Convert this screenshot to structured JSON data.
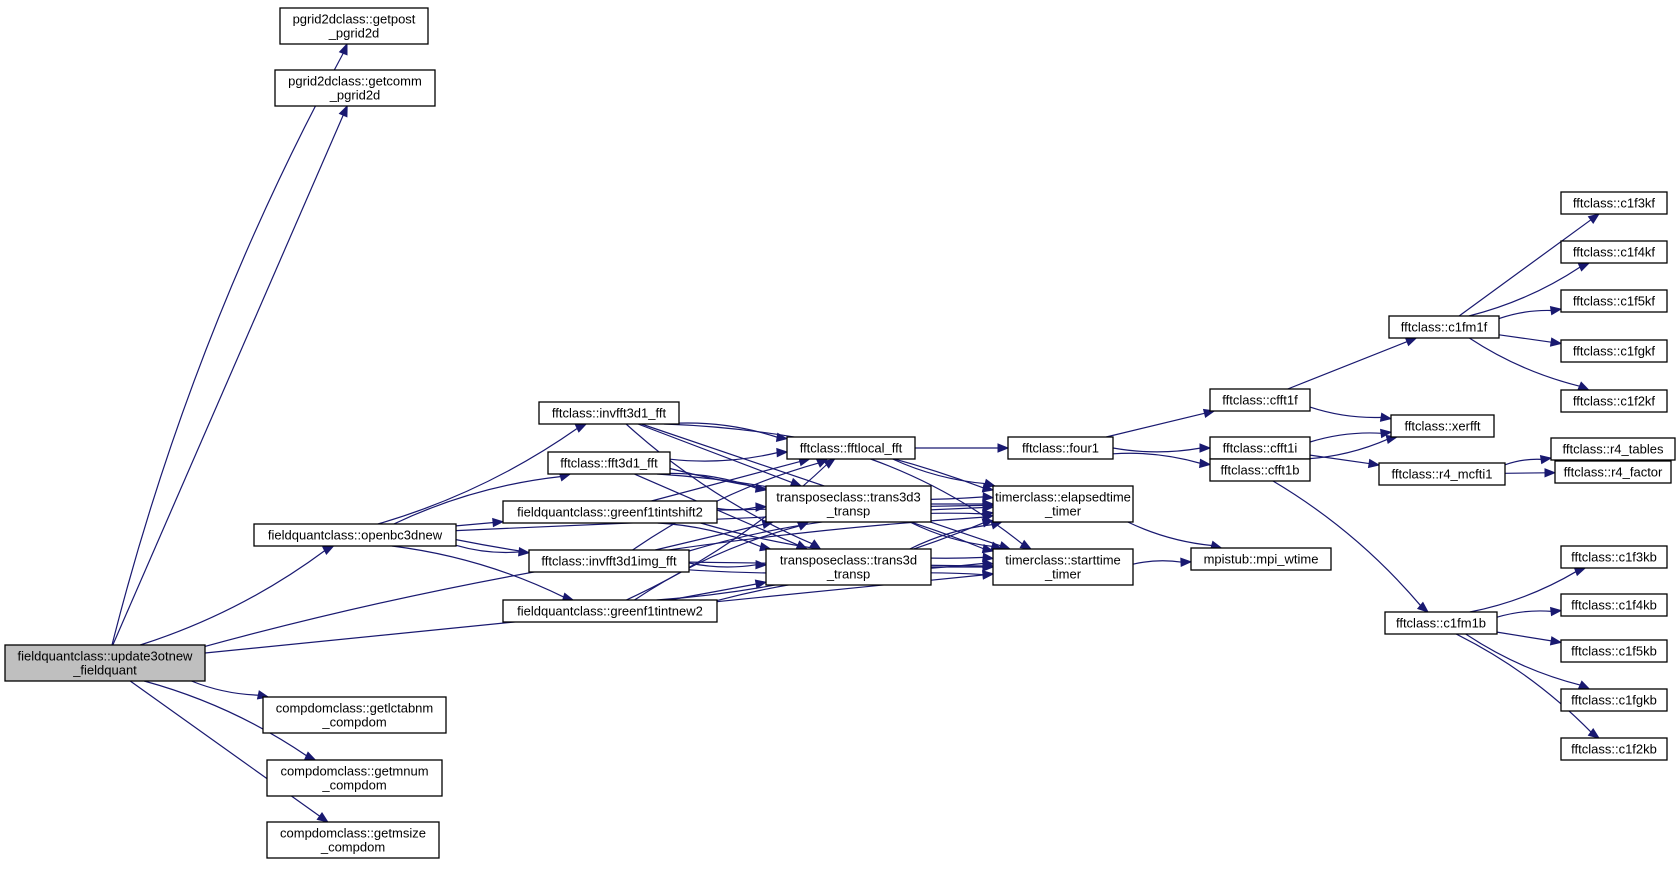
{
  "colors": {
    "edge": "#191970",
    "root_fill": "#bfbfbf",
    "node_fill": "#ffffff",
    "node_stroke": "#000000"
  },
  "nodes": [
    {
      "id": "root",
      "lines": [
        "fieldquantclass::update3otnew",
        "_fieldquant"
      ],
      "root": true
    },
    {
      "id": "getpost",
      "lines": [
        "pgrid2dclass::getpost",
        "_pgrid2d"
      ]
    },
    {
      "id": "getcomm",
      "lines": [
        "pgrid2dclass::getcomm",
        "_pgrid2d"
      ]
    },
    {
      "id": "openbc3dnew",
      "lines": [
        "fieldquantclass::openbc3dnew"
      ]
    },
    {
      "id": "getlctabnm",
      "lines": [
        "compdomclass::getlctabnm",
        "_compdom"
      ]
    },
    {
      "id": "getmnum",
      "lines": [
        "compdomclass::getmnum",
        "_compdom"
      ]
    },
    {
      "id": "getmsize",
      "lines": [
        "compdomclass::getmsize",
        "_compdom"
      ]
    },
    {
      "id": "invfft3d1_fft",
      "lines": [
        "fftclass::invfft3d1_fft"
      ]
    },
    {
      "id": "fft3d1_fft",
      "lines": [
        "fftclass::fft3d1_fft"
      ]
    },
    {
      "id": "greenf1tintshift2",
      "lines": [
        "fieldquantclass::greenf1tintshift2"
      ]
    },
    {
      "id": "invfft3d1img_fft",
      "lines": [
        "fftclass::invfft3d1img_fft"
      ]
    },
    {
      "id": "greenf1tintnew2",
      "lines": [
        "fieldquantclass::greenf1tintnew2"
      ]
    },
    {
      "id": "fftlocal_fft",
      "lines": [
        "fftclass::fftlocal_fft"
      ]
    },
    {
      "id": "trans3d3",
      "lines": [
        "transposeclass::trans3d3",
        "_transp"
      ]
    },
    {
      "id": "trans3d",
      "lines": [
        "transposeclass::trans3d",
        "_transp"
      ]
    },
    {
      "id": "four1",
      "lines": [
        "fftclass::four1"
      ]
    },
    {
      "id": "elapsedtime",
      "lines": [
        "timerclass::elapsedtime",
        "_timer"
      ]
    },
    {
      "id": "starttime",
      "lines": [
        "timerclass::starttime",
        "_timer"
      ]
    },
    {
      "id": "mpi_wtime",
      "lines": [
        "mpistub::mpi_wtime"
      ]
    },
    {
      "id": "cfft1f",
      "lines": [
        "fftclass::cfft1f"
      ]
    },
    {
      "id": "cfft1i",
      "lines": [
        "fftclass::cfft1i"
      ]
    },
    {
      "id": "cfft1b",
      "lines": [
        "fftclass::cfft1b"
      ]
    },
    {
      "id": "c1fm1f",
      "lines": [
        "fftclass::c1fm1f"
      ]
    },
    {
      "id": "xerfft",
      "lines": [
        "fftclass::xerfft"
      ]
    },
    {
      "id": "r4_mcfti1",
      "lines": [
        "fftclass::r4_mcfti1"
      ]
    },
    {
      "id": "c1fm1b",
      "lines": [
        "fftclass::c1fm1b"
      ]
    },
    {
      "id": "c1f3kf",
      "lines": [
        "fftclass::c1f3kf"
      ]
    },
    {
      "id": "c1f4kf",
      "lines": [
        "fftclass::c1f4kf"
      ]
    },
    {
      "id": "c1f5kf",
      "lines": [
        "fftclass::c1f5kf"
      ]
    },
    {
      "id": "c1fgkf",
      "lines": [
        "fftclass::c1fgkf"
      ]
    },
    {
      "id": "c1f2kf",
      "lines": [
        "fftclass::c1f2kf"
      ]
    },
    {
      "id": "r4_tables",
      "lines": [
        "fftclass::r4_tables"
      ]
    },
    {
      "id": "r4_factor",
      "lines": [
        "fftclass::r4_factor"
      ]
    },
    {
      "id": "c1f3kb",
      "lines": [
        "fftclass::c1f3kb"
      ]
    },
    {
      "id": "c1f4kb",
      "lines": [
        "fftclass::c1f4kb"
      ]
    },
    {
      "id": "c1f5kb",
      "lines": [
        "fftclass::c1f5kb"
      ]
    },
    {
      "id": "c1fgkb",
      "lines": [
        "fftclass::c1fgkb"
      ]
    },
    {
      "id": "c1f2kb",
      "lines": [
        "fftclass::c1f2kb"
      ]
    }
  ],
  "edges": [
    [
      "root",
      "getpost"
    ],
    [
      "root",
      "getcomm"
    ],
    [
      "root",
      "openbc3dnew"
    ],
    [
      "root",
      "elapsedtime"
    ],
    [
      "root",
      "starttime"
    ],
    [
      "root",
      "getlctabnm"
    ],
    [
      "root",
      "getmnum"
    ],
    [
      "root",
      "getmsize"
    ],
    [
      "openbc3dnew",
      "invfft3d1_fft"
    ],
    [
      "openbc3dnew",
      "fft3d1_fft"
    ],
    [
      "openbc3dnew",
      "greenf1tintshift2"
    ],
    [
      "openbc3dnew",
      "invfft3d1img_fft"
    ],
    [
      "openbc3dnew",
      "greenf1tintnew2"
    ],
    [
      "openbc3dnew",
      "elapsedtime"
    ],
    [
      "openbc3dnew",
      "starttime"
    ],
    [
      "invfft3d1_fft",
      "fftlocal_fft"
    ],
    [
      "invfft3d1_fft",
      "trans3d3"
    ],
    [
      "invfft3d1_fft",
      "trans3d"
    ],
    [
      "invfft3d1_fft",
      "elapsedtime"
    ],
    [
      "invfft3d1_fft",
      "starttime"
    ],
    [
      "fft3d1_fft",
      "fftlocal_fft"
    ],
    [
      "fft3d1_fft",
      "trans3d3"
    ],
    [
      "fft3d1_fft",
      "trans3d"
    ],
    [
      "fft3d1_fft",
      "elapsedtime"
    ],
    [
      "fft3d1_fft",
      "starttime"
    ],
    [
      "greenf1tintshift2",
      "fftlocal_fft"
    ],
    [
      "greenf1tintshift2",
      "trans3d3"
    ],
    [
      "greenf1tintshift2",
      "trans3d"
    ],
    [
      "greenf1tintshift2",
      "elapsedtime"
    ],
    [
      "greenf1tintshift2",
      "starttime"
    ],
    [
      "invfft3d1img_fft",
      "fftlocal_fft"
    ],
    [
      "invfft3d1img_fft",
      "trans3d3"
    ],
    [
      "invfft3d1img_fft",
      "trans3d"
    ],
    [
      "invfft3d1img_fft",
      "elapsedtime"
    ],
    [
      "invfft3d1img_fft",
      "starttime"
    ],
    [
      "greenf1tintnew2",
      "fftlocal_fft"
    ],
    [
      "greenf1tintnew2",
      "trans3d3"
    ],
    [
      "greenf1tintnew2",
      "trans3d"
    ],
    [
      "greenf1tintnew2",
      "elapsedtime"
    ],
    [
      "greenf1tintnew2",
      "starttime"
    ],
    [
      "fftlocal_fft",
      "four1"
    ],
    [
      "fftlocal_fft",
      "elapsedtime"
    ],
    [
      "fftlocal_fft",
      "starttime"
    ],
    [
      "trans3d3",
      "elapsedtime"
    ],
    [
      "trans3d3",
      "starttime"
    ],
    [
      "trans3d",
      "elapsedtime"
    ],
    [
      "trans3d",
      "starttime"
    ],
    [
      "elapsedtime",
      "mpi_wtime"
    ],
    [
      "starttime",
      "mpi_wtime"
    ],
    [
      "four1",
      "cfft1f"
    ],
    [
      "four1",
      "cfft1i"
    ],
    [
      "four1",
      "cfft1b"
    ],
    [
      "cfft1f",
      "c1fm1f"
    ],
    [
      "cfft1f",
      "xerfft"
    ],
    [
      "cfft1i",
      "xerfft"
    ],
    [
      "cfft1i",
      "r4_mcfti1"
    ],
    [
      "cfft1b",
      "xerfft"
    ],
    [
      "cfft1b",
      "c1fm1b"
    ],
    [
      "c1fm1f",
      "c1f3kf"
    ],
    [
      "c1fm1f",
      "c1f4kf"
    ],
    [
      "c1fm1f",
      "c1f5kf"
    ],
    [
      "c1fm1f",
      "c1fgkf"
    ],
    [
      "c1fm1f",
      "c1f2kf"
    ],
    [
      "r4_mcfti1",
      "r4_tables"
    ],
    [
      "r4_mcfti1",
      "r4_factor"
    ],
    [
      "c1fm1b",
      "c1f3kb"
    ],
    [
      "c1fm1b",
      "c1f4kb"
    ],
    [
      "c1fm1b",
      "c1f5kb"
    ],
    [
      "c1fm1b",
      "c1fgkb"
    ],
    [
      "c1fm1b",
      "c1f2kb"
    ]
  ]
}
